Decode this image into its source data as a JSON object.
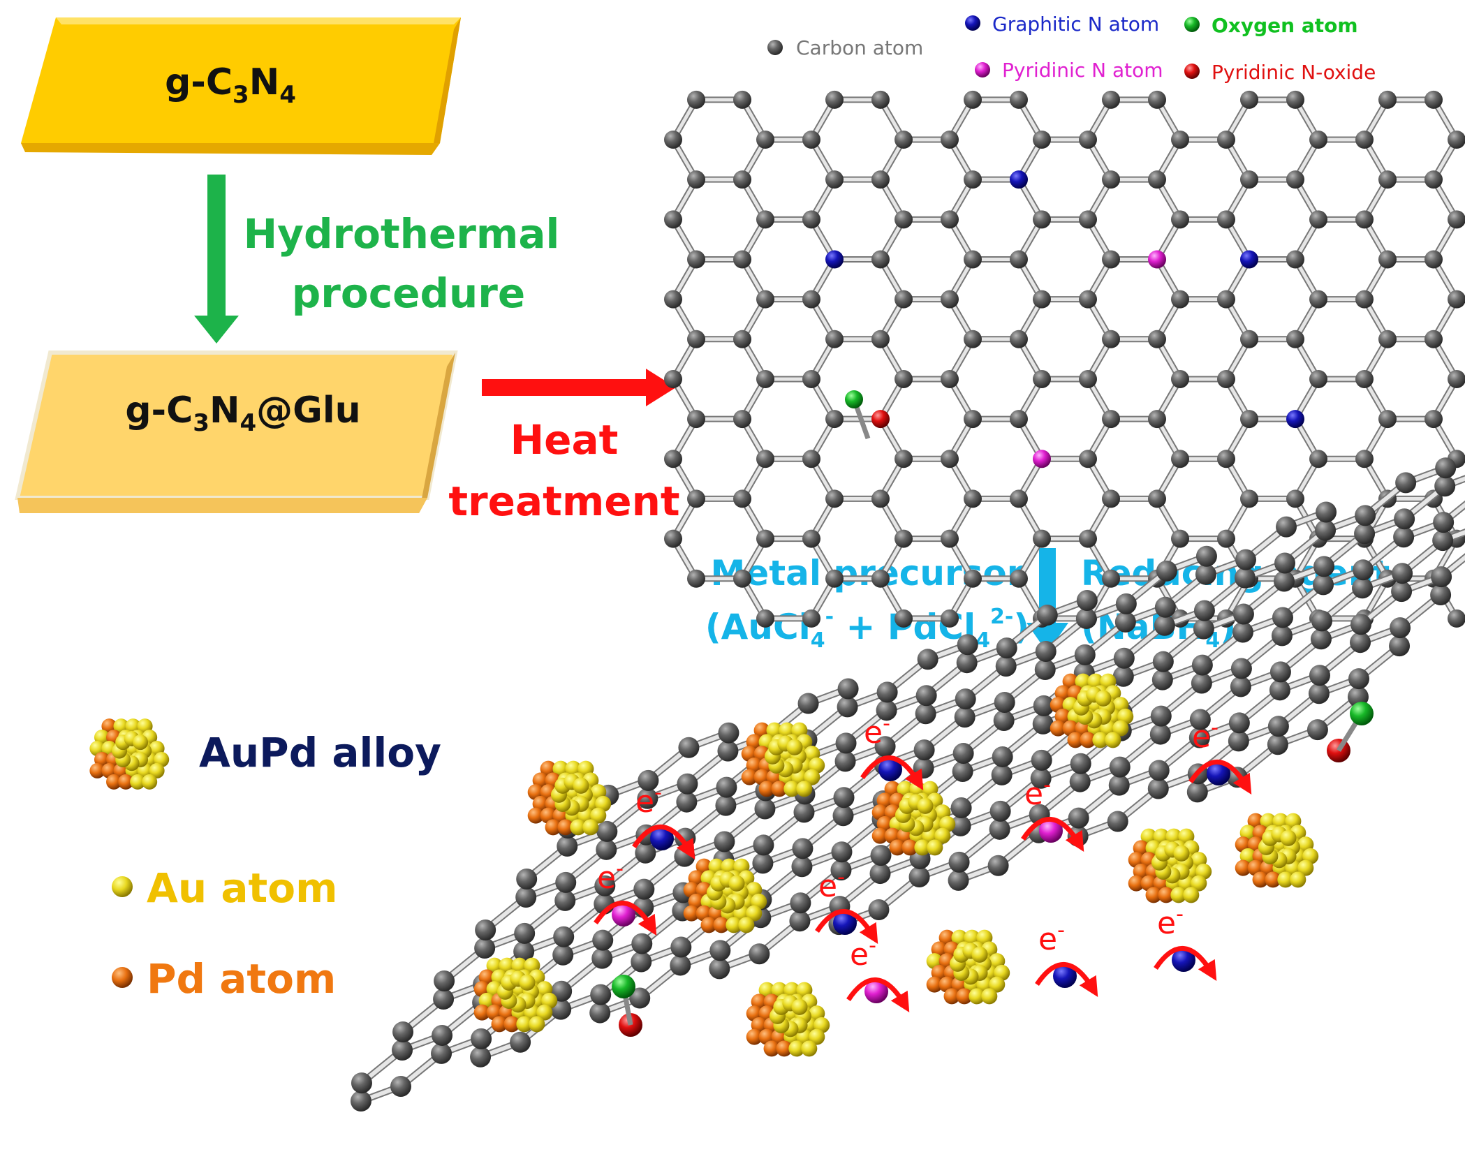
{
  "colors": {
    "carbon": "#555555",
    "graphitic_n": "#1010b0",
    "oxygen": "#10b020",
    "pyridinic_n": "#e020d0",
    "pyridinic_n_oxide": "#e01010",
    "au": "#e8d820",
    "pd": "#e87010",
    "green_arrow": "#1db34a",
    "red_arrow": "#ff1010",
    "blue_arrow": "#15b4e8",
    "plate_top": "#ffcc00",
    "plate_top_light": "#ffd56b",
    "navy_text": "#0c1a5c"
  },
  "plates": {
    "top": {
      "label_main": "g-C",
      "sub1": "3",
      "label_n": "N",
      "sub2": "4"
    },
    "bottom": {
      "label_main": "g-C",
      "sub1": "3",
      "label_n": "N",
      "sub2": "4",
      "label_suffix": "@Glu"
    }
  },
  "arrows": {
    "hydrothermal": {
      "line1": "Hydrothermal",
      "line2": "procedure"
    },
    "heat": {
      "line1": "Heat",
      "line2": "treatment"
    },
    "metal": {
      "left_line1": "Metal precursor",
      "left_line2_a": "(AuCl",
      "left_line2_sub1": "4",
      "left_line2_sup1": "-",
      "left_line2_b": " + PdCl",
      "left_line2_sub2": "4",
      "left_line2_sup2": "2-",
      "left_line2_c": ")",
      "right_line1": "Reducing agent",
      "right_line2_a": "(NaBH",
      "right_line2_sub": "4",
      "right_line2_b": ")"
    }
  },
  "legend_top": {
    "carbon": "Carbon atom",
    "graphitic_n": "Graphitic N atom",
    "oxygen": "Oxygen atom",
    "pyridinic_n": "Pyridinic N atom",
    "pyridinic_n_oxide": "Pyridinic N-oxide"
  },
  "legend_bottom": {
    "alloy": "AuPd alloy",
    "au": "Au atom",
    "pd": "Pd atom"
  },
  "electron": {
    "symbol": "e",
    "charge": "-"
  }
}
